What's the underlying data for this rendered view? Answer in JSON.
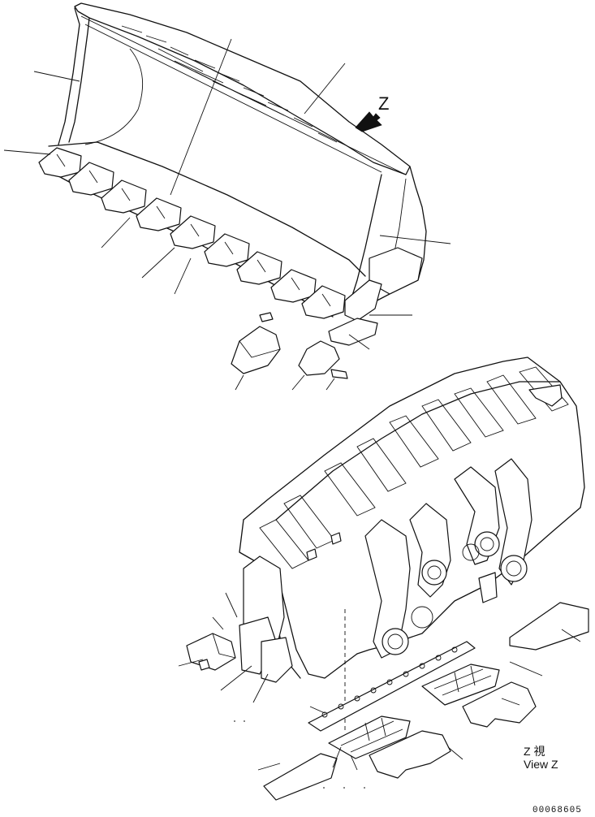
{
  "view_marker": "Z",
  "view_caption_jp": "Z 視",
  "view_caption_en": "View Z",
  "drawing_number": "00068605",
  "icons": [
    "view-direction-arrow"
  ]
}
